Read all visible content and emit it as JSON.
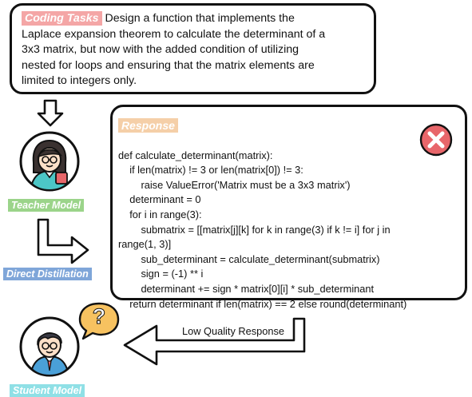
{
  "task": {
    "tag": "Coding Tasks",
    "tag_color": "#f4a6a6",
    "lines": [
      "Design a function that implements the",
      "Laplace expansion theorem to calculate the determinant of a",
      "3x3 matrix, but now with the added condition of utilizing",
      "nested for loops and ensuring that the matrix elements are",
      "limited to integers only."
    ]
  },
  "response": {
    "tag": "Response",
    "tag_color": "#f5cfa8",
    "status_icon": "error-x-icon",
    "status_color": "#e8666a",
    "code_lines": [
      "def calculate_determinant(matrix):",
      "    if len(matrix) != 3 or len(matrix[0]) != 3:",
      "        raise ValueError('Matrix must be a 3x3 matrix')",
      "    determinant = 0",
      "    for i in range(3):",
      "        submatrix = [[matrix[j][k] for k in range(3) if k != i] for j in",
      "range(1, 3)]",
      "        sub_determinant = calculate_determinant(submatrix)",
      "        sign = (-1) ** i",
      "        determinant += sign * matrix[0][i] * sub_determinant",
      "    return determinant if len(matrix) == 2 else round(determinant)"
    ]
  },
  "labels": {
    "teacher": "Teacher Model",
    "teacher_color": "#9bd48a",
    "distill": "Direct Distillation",
    "distill_color": "#7fa6d9",
    "student": "Student Model",
    "student_color": "#8fe0e6",
    "low_quality": "Low Quality Response"
  },
  "question_mark": "?"
}
